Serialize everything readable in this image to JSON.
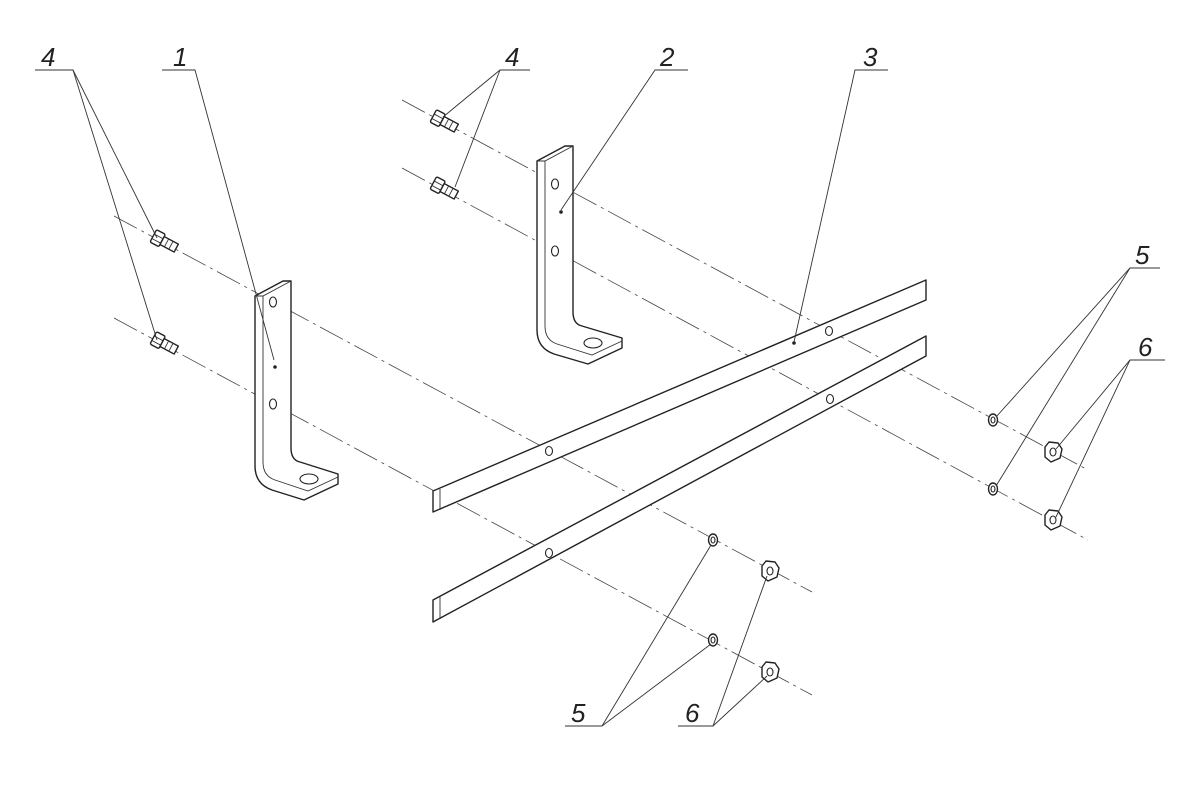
{
  "callouts": {
    "bolts_left": "4",
    "bracket_left": "1",
    "bolts_top": "4",
    "bracket_right": "2",
    "strips": "3",
    "washers_right": "5",
    "nuts_right": "6",
    "washers_bottom": "5",
    "nuts_bottom": "6"
  },
  "colors": {
    "line": "#222222",
    "background": "#ffffff"
  }
}
